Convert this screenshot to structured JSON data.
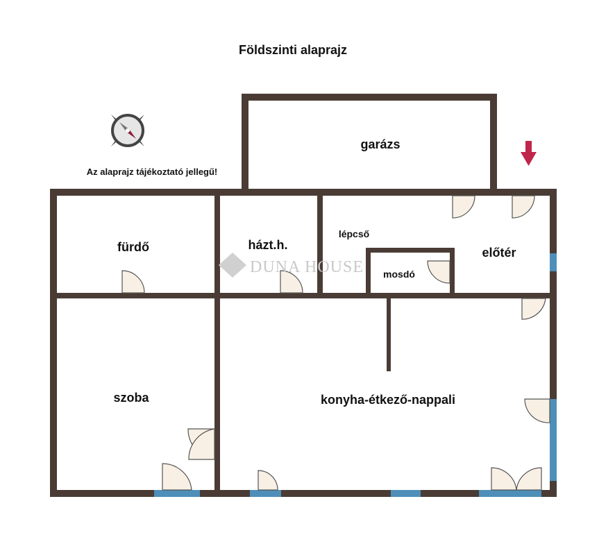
{
  "title": "Földszinti alaprajz",
  "note": "Az alaprajz tájékoztató jellegű!",
  "watermark": "DUNA HOUSE",
  "rooms": {
    "garage": "garázs",
    "bathroom": "fürdő",
    "utility": "házt.h.",
    "stairs": "lépcső",
    "toilet": "mosdó",
    "hall": "előtér",
    "bedroom": "szoba",
    "living": "konyha-étkező-nappali"
  },
  "colors": {
    "wall": "#4a3c35",
    "window": "#4d8fb8",
    "entrance_arrow": "#c0264a"
  },
  "icons": [
    "compass-icon",
    "entrance-arrow-icon",
    "duna-house-logo-icon"
  ]
}
